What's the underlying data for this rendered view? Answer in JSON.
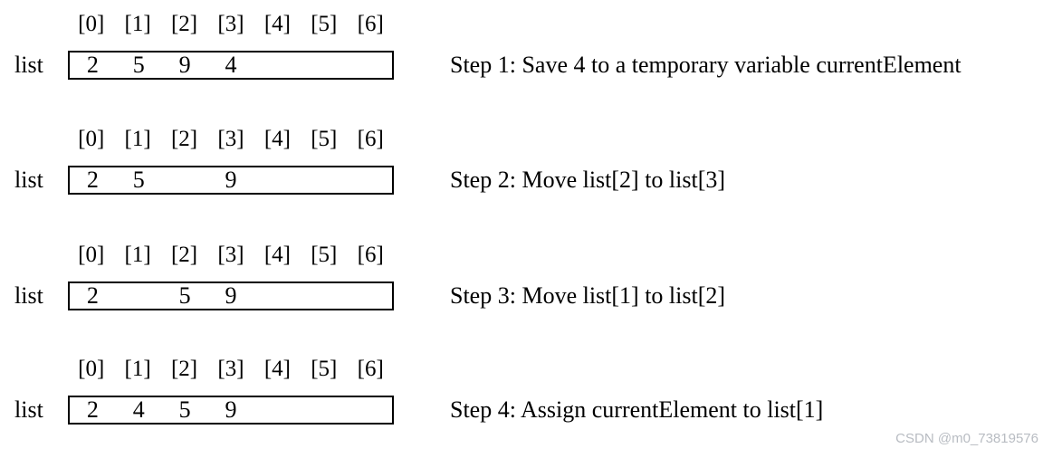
{
  "figure": {
    "list_label": "list",
    "index_labels": [
      "[0]",
      "[1]",
      "[2]",
      "[3]",
      "[4]",
      "[5]",
      "[6]"
    ],
    "steps": [
      {
        "cells": [
          "2",
          "5",
          "9",
          "4",
          "",
          "",
          ""
        ],
        "description": "Step 1: Save 4 to a temporary variable currentElement"
      },
      {
        "cells": [
          "2",
          "5",
          "",
          "9",
          "",
          "",
          ""
        ],
        "description": "Step 2: Move list[2] to list[3]"
      },
      {
        "cells": [
          "2",
          "",
          "5",
          "9",
          "",
          "",
          ""
        ],
        "description": "Step 3: Move list[1] to list[2]"
      },
      {
        "cells": [
          "2",
          "4",
          "5",
          "9",
          "",
          "",
          ""
        ],
        "description": "Step 4: Assign currentElement to list[1]"
      }
    ]
  },
  "watermark": "CSDN @m0_73819576",
  "colors": {
    "ink": "#000000",
    "background": "#ffffff",
    "watermark_gray": "#b8bcc2"
  }
}
